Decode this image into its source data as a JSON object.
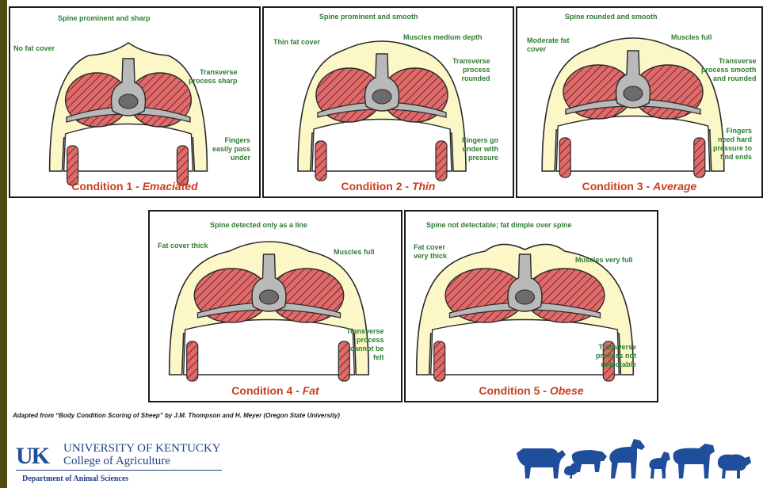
{
  "colors": {
    "fat": "#fbf7c7",
    "muscle": "#e06a6a",
    "bone": "#b9b9b9",
    "label_green": "#2e7d32",
    "caption_red": "#cc3d1c",
    "uk_blue": "#1f4e9a",
    "sidebar": "#4d4a12"
  },
  "panels": [
    {
      "caption_prefix": "Condition 1 - ",
      "caption_term": "Emaciated",
      "labels": {
        "spine": "Spine prominent and sharp",
        "fat": "No fat cover",
        "transverse": [
          "Transverse",
          "process sharp"
        ],
        "fingers": [
          "Fingers",
          "easily pass",
          "under"
        ]
      }
    },
    {
      "caption_prefix": "Condition 2 - ",
      "caption_term": "Thin",
      "labels": {
        "spine": "Spine prominent and smooth",
        "fat": "Thin fat cover",
        "muscles": "Muscles medium depth",
        "transverse": [
          "Transverse",
          "process",
          "rounded"
        ],
        "fingers": [
          "Fingers go",
          "under with",
          "pressure"
        ]
      }
    },
    {
      "caption_prefix": "Condition 3 - ",
      "caption_term": "Average",
      "labels": {
        "spine": "Spine rounded and smooth",
        "fat": [
          "Moderate fat",
          "cover"
        ],
        "muscles": "Muscles full",
        "transverse": [
          "Transverse",
          "process smooth",
          "and rounded"
        ],
        "fingers": [
          "Fingers",
          "need hard",
          "pressure to",
          "find ends"
        ]
      }
    },
    {
      "caption_prefix": "Condition 4 - ",
      "caption_term": "Fat",
      "labels": {
        "spine": "Spine detected only as a line",
        "fat": "Fat cover thick",
        "muscles": "Muscles full",
        "transverse": [
          "Transverse",
          "process",
          "cannot be",
          "felt"
        ]
      }
    },
    {
      "caption_prefix": "Condition 5 - ",
      "caption_term": "Obese",
      "labels": {
        "spine": "Spine not detectable; fat dimple over spine",
        "fat": [
          "Fat cover",
          "very thick"
        ],
        "muscles": "Muscles very full",
        "transverse": [
          "Transverse",
          "process not",
          "detectable"
        ]
      }
    }
  ],
  "footnote": "Adapted from “Body Condition Scoring of Sheep” by J.M. Thompson and H. Meyer (Oregon State University)",
  "logo": {
    "mark": "UK",
    "university": "UNIVERSITY OF KENTUCKY",
    "college": "College of Agriculture",
    "department": "Department of Animal Sciences"
  }
}
